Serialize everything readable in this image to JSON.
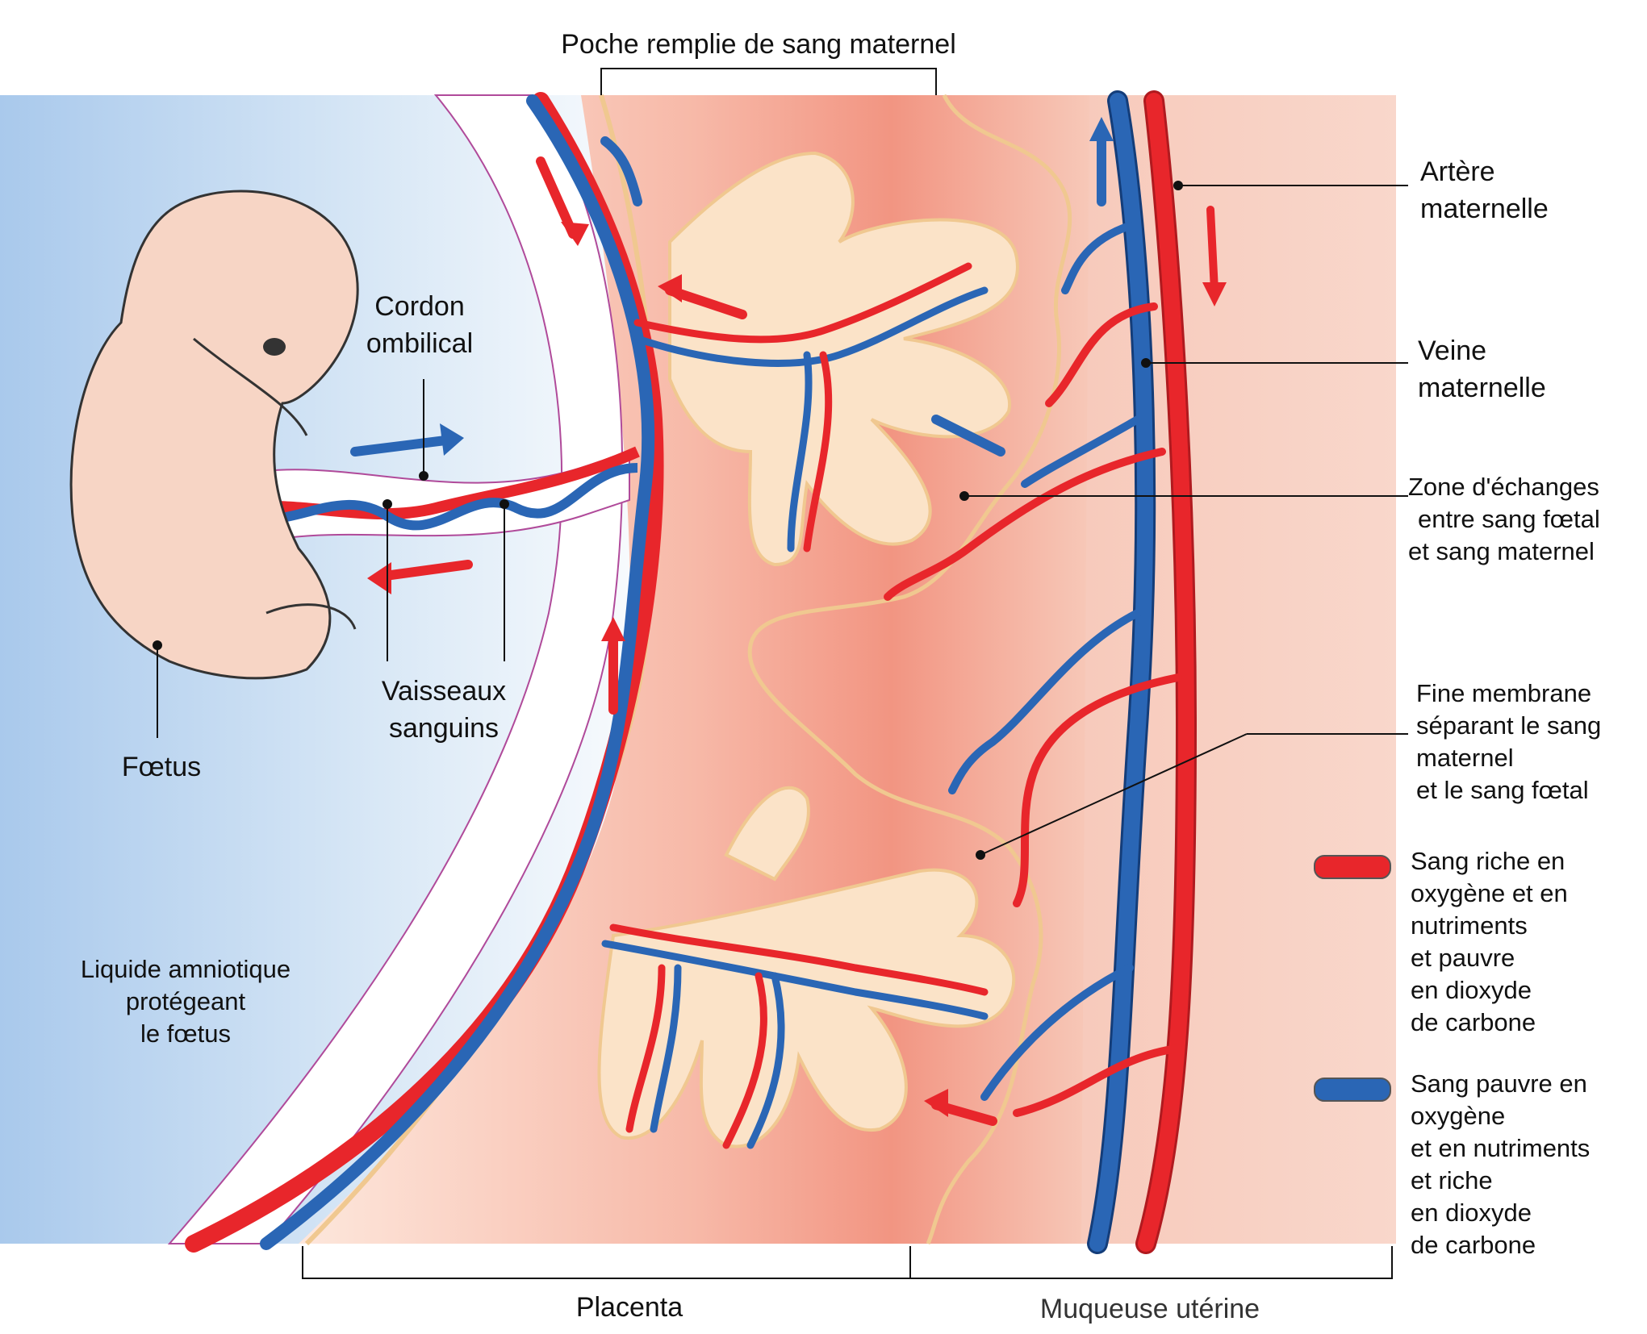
{
  "labels": {
    "poche": "Poche remplie de sang maternel",
    "cordon": [
      "Cordon",
      "ombilical"
    ],
    "vaisseaux": [
      "Vaisseaux",
      "sanguins"
    ],
    "foetus": "Fœtus",
    "liquide": [
      "Liquide amniotique",
      "protégeant",
      "le fœtus"
    ],
    "artere": [
      "Artère",
      "maternelle"
    ],
    "veine": [
      "Veine",
      "maternelle"
    ],
    "zone": [
      "Zone d'échanges",
      "entre sang fœtal",
      "et sang maternel"
    ],
    "membrane": [
      "Fine membrane",
      "séparant le sang",
      "maternel",
      "et le sang fœtal"
    ],
    "placenta": "Placenta",
    "muqueuse": "Muqueuse utérine"
  },
  "legend": [
    {
      "color": "#e8262b",
      "lines": [
        "Sang riche en",
        "oxygène et en",
        "nutriments",
        "et pauvre",
        "en dioxyde",
        "de carbone"
      ]
    },
    {
      "color": "#2a66b5",
      "lines": [
        "Sang pauvre en",
        "oxygène",
        "et en nutriments",
        "et riche",
        "en dioxyde",
        "de carbone"
      ]
    }
  ],
  "colors": {
    "red": "#e8262b",
    "blue": "#2a66b5",
    "pink": "#f4b6a4",
    "membrane": "#f0c890",
    "amniotic": "#bcd6ef"
  }
}
